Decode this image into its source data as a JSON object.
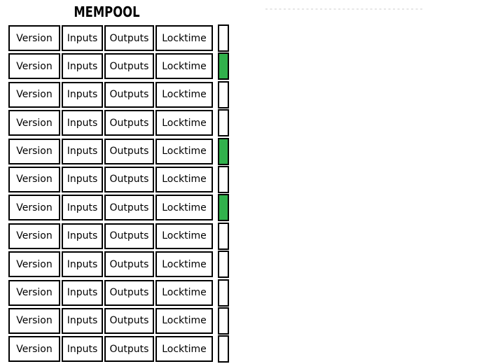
{
  "title": "MEMPOOL",
  "colors": {
    "box_border": "#000000",
    "status_green": "#31b14c",
    "status_white": "#ffffff",
    "dashed_line": "#e6e6e6"
  },
  "transaction_fields": [
    "Version",
    "Inputs",
    "Outputs",
    "Locktime"
  ],
  "mempool_rows": [
    {
      "status": "white"
    },
    {
      "status": "green"
    },
    {
      "status": "white"
    },
    {
      "status": "white"
    },
    {
      "status": "green"
    },
    {
      "status": "white"
    },
    {
      "status": "green"
    },
    {
      "status": "white"
    },
    {
      "status": "white"
    },
    {
      "status": "white"
    },
    {
      "status": "white"
    },
    {
      "status": "white"
    }
  ]
}
